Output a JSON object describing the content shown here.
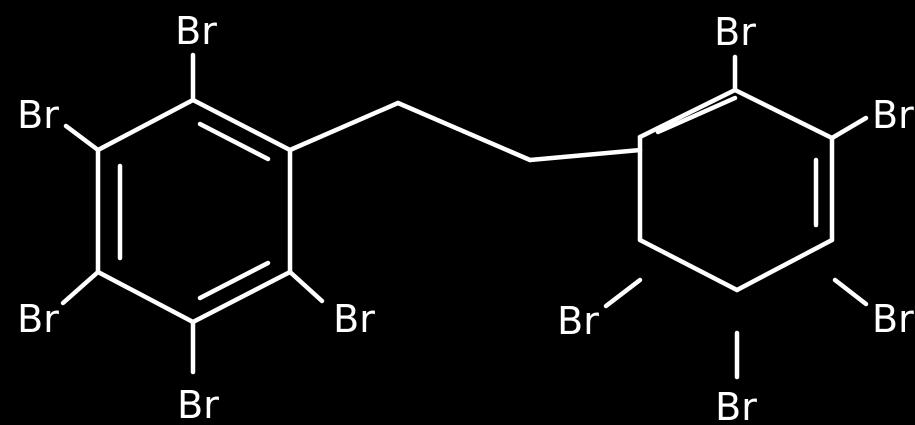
{
  "diagram": {
    "type": "chemical-structure",
    "colors": {
      "background": "#000000",
      "bond": "#ffffff",
      "label": "#ffffff"
    },
    "atoms": {
      "left_ring_top": "Br",
      "left_ring_upper_left": "Br",
      "left_ring_lower_left": "Br",
      "left_ring_bottom": "Br",
      "left_ring_lower_right": "Br",
      "right_ring_top": "Br",
      "right_ring_upper_right": "Br",
      "right_ring_lower_right": "Br",
      "right_ring_bottom": "Br",
      "right_ring_lower_left": "Br"
    }
  }
}
